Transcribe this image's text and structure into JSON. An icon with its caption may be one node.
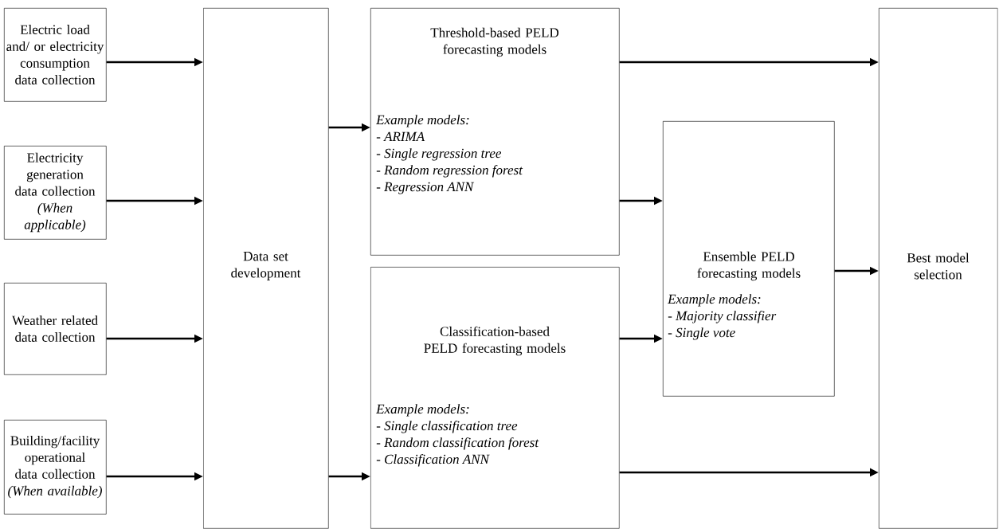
{
  "diagram": {
    "nodes": [
      {
        "text": [
          "Electric load and/ or electricity consumption data collection"
        ]
      },
      {
        "text": [
          "Electricity generation data collection",
          "(When applicable)"
        ]
      },
      {
        "text": [
          "Weather related data collection"
        ]
      },
      {
        "text": [
          "Building/facility operational data collection",
          "(When available)"
        ]
      },
      {
        "text": [
          "Data set development"
        ]
      },
      {
        "text": [
          "Threshold-based PELD forecasting models",
          "Example models:",
          "- ARIMA",
          "- Single regression tree",
          "- Random regression forest",
          "- Regression ANN"
        ]
      },
      {
        "text": [
          "Classification-based PELD forecasting models",
          "Example models:",
          "- Single classification tree",
          "- Random classification forest",
          "- Classification ANN"
        ]
      },
      {
        "text": [
          "Ensemble PELD forecasting models",
          "Example models:",
          "- Majority classifier",
          "- Single vote"
        ]
      },
      {
        "text": [
          "Best model selection"
        ]
      }
    ],
    "edges": [
      {
        "from": 0,
        "to": 4,
        "arrow": "to"
      },
      {
        "from": 1,
        "to": 4,
        "arrow": "to"
      },
      {
        "from": 2,
        "to": 4,
        "arrow": "to"
      },
      {
        "from": 3,
        "to": 4,
        "arrow": "to"
      },
      {
        "from": 4,
        "to": 5,
        "arrow": "to"
      },
      {
        "from": 4,
        "to": 6,
        "arrow": "to"
      },
      {
        "from": 5,
        "to": 8,
        "arrow": "to"
      },
      {
        "from": 5,
        "to": 7,
        "arrow": "to"
      },
      {
        "from": 6,
        "to": 7,
        "arrow": "to"
      },
      {
        "from": 6,
        "to": 8,
        "arrow": "to"
      },
      {
        "from": 7,
        "to": 8,
        "arrow": "to"
      }
    ]
  }
}
